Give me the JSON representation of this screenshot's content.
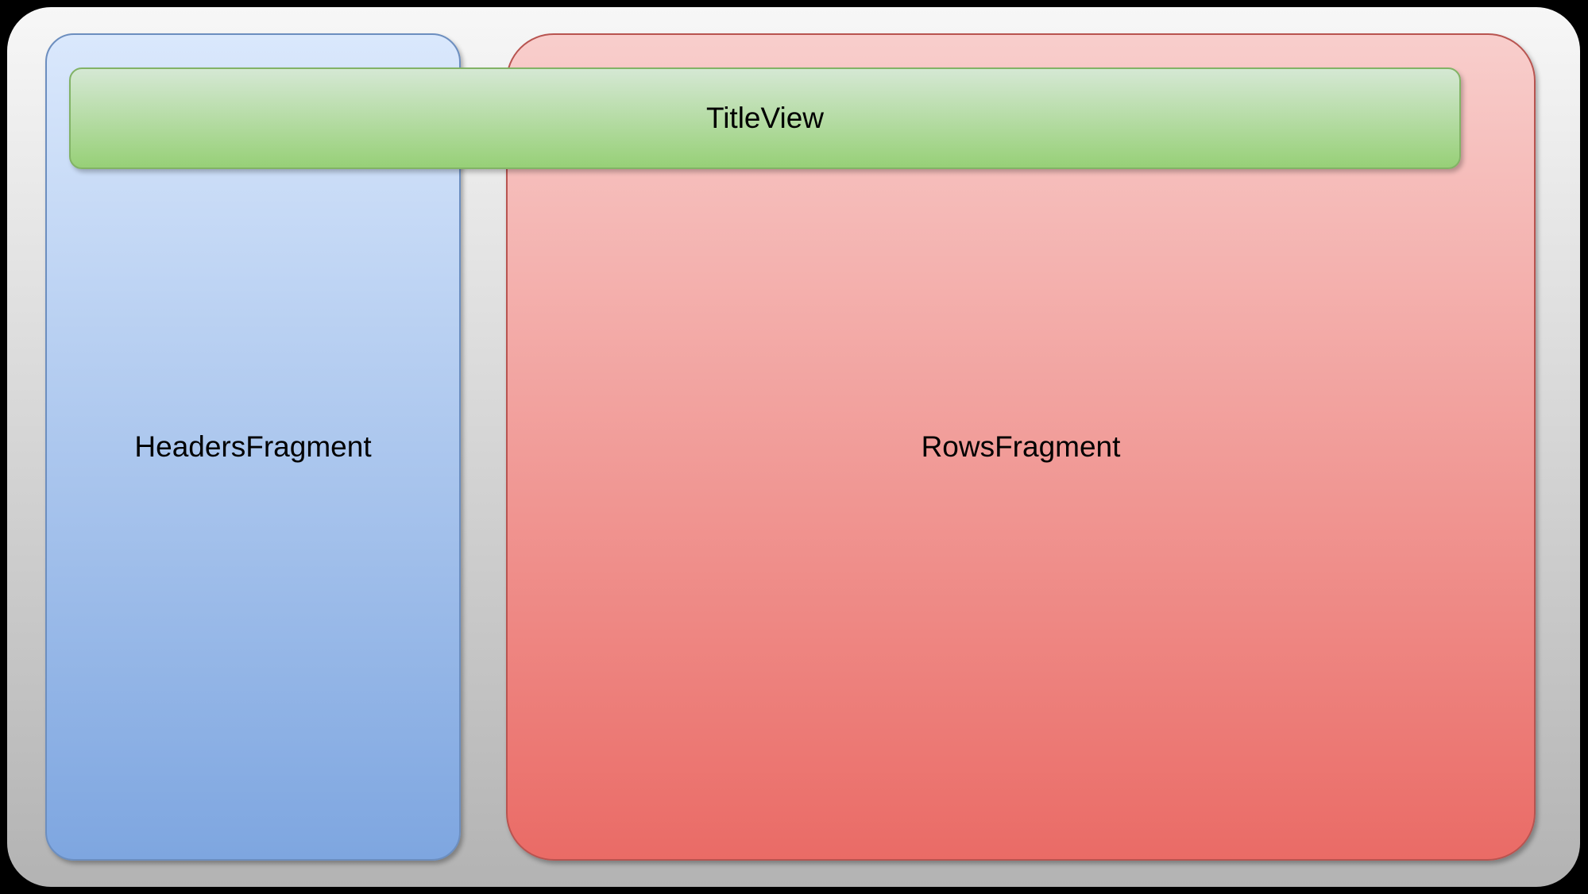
{
  "diagram": {
    "title_view": {
      "label": "TitleView"
    },
    "headers_fragment": {
      "label": "HeadersFragment"
    },
    "rows_fragment": {
      "label": "RowsFragment"
    }
  },
  "colors": {
    "outer_fill_top": "#f7f7f7",
    "outer_fill_bottom": "#b3b3b3",
    "outer_stroke": "#000000",
    "blue_fill_top": "#dae8fc",
    "blue_fill_bottom": "#7ea6e0",
    "blue_stroke": "#6c8ebf",
    "red_fill_top": "#f8cecc",
    "red_fill_bottom": "#ea6b66",
    "red_stroke": "#b85450",
    "green_fill_top": "#d5e8d4",
    "green_fill_bottom": "#97d077",
    "green_stroke": "#82b366"
  }
}
